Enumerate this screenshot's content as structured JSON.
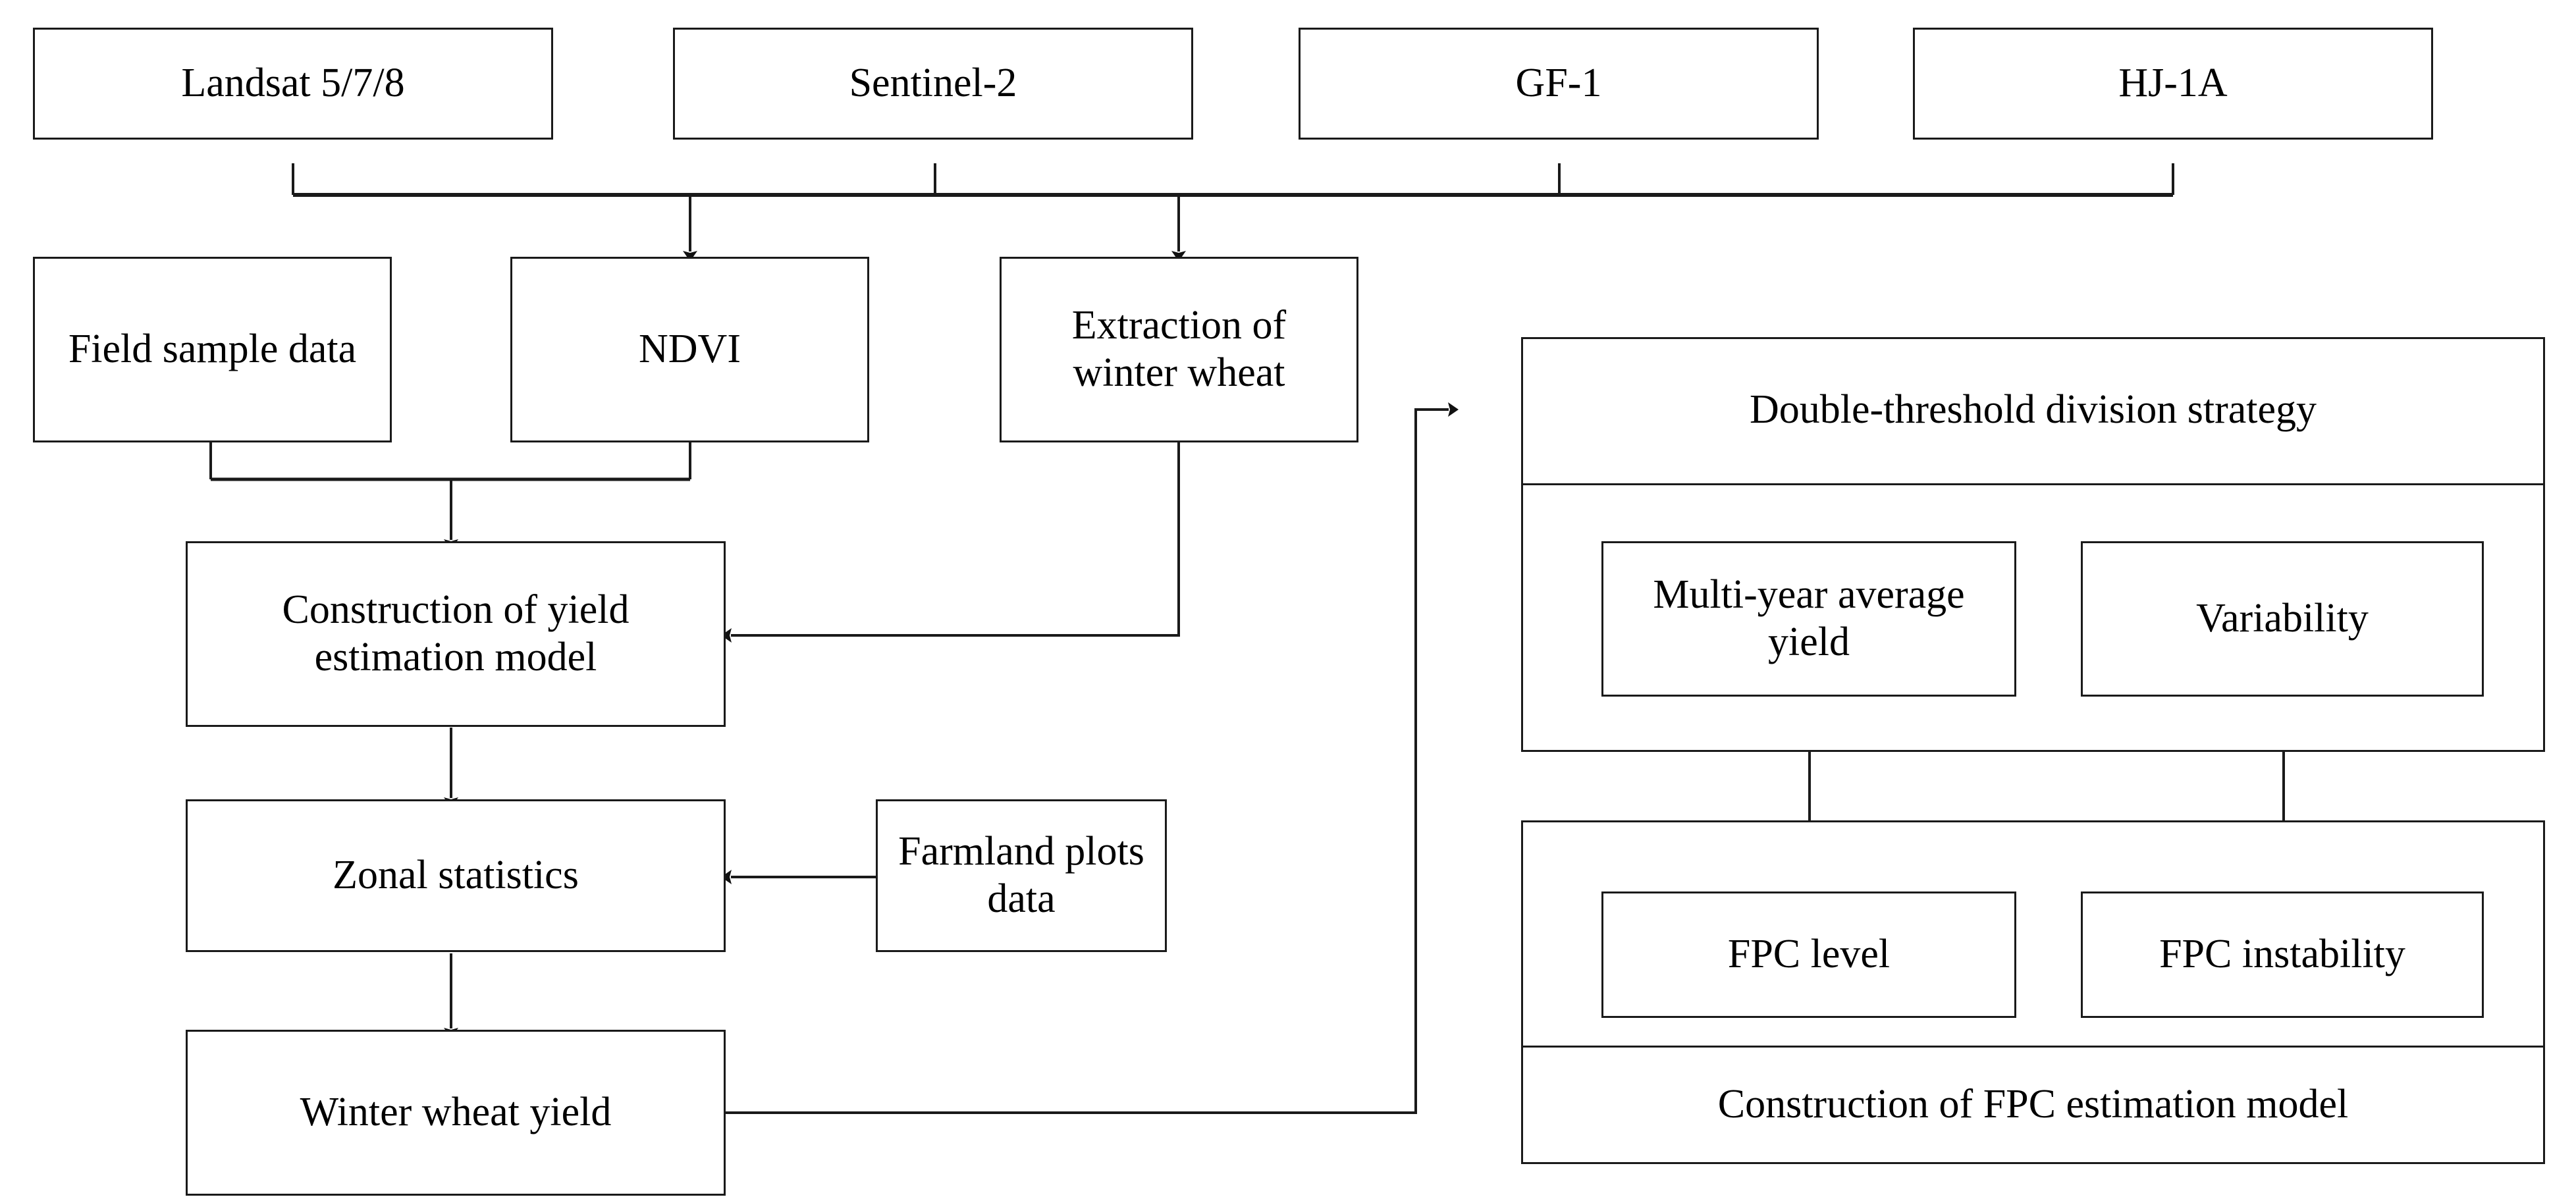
{
  "diagram": {
    "title": "Winter wheat yield and FPC estimation workflow",
    "type": "flowchart",
    "background_color": "#ffffff",
    "line_color": "#1a1a1a",
    "text_color": "#000000"
  },
  "nodes": {
    "landsat": "Landsat 5/7/8",
    "sentinel": "Sentinel-2",
    "gf1": "GF-1",
    "hj1a": "HJ-1A",
    "field_sample": "Field sample data",
    "ndvi": "NDVI",
    "extraction": "Extraction of winter wheat",
    "yield_model": "Construction of yield estimation model",
    "zonal": "Zonal statistics",
    "farmland": "Farmland plots data",
    "winter_yield": "Winter wheat yield",
    "double_threshold": "Double-threshold division strategy",
    "multiyear": "Multi-year average yield",
    "variability": "Variability",
    "fpc_level": "FPC level",
    "fpc_instability": "FPC instability",
    "fpc_model": "Construction of FPC estimation model"
  },
  "edges": [
    {
      "from": "landsat",
      "to": "bus"
    },
    {
      "from": "sentinel",
      "to": "bus"
    },
    {
      "from": "gf1",
      "to": "bus"
    },
    {
      "from": "hj1a",
      "to": "bus"
    },
    {
      "from": "bus",
      "to": "ndvi"
    },
    {
      "from": "bus",
      "to": "extraction"
    },
    {
      "from": "field_sample",
      "to": "yield_model"
    },
    {
      "from": "ndvi",
      "to": "yield_model"
    },
    {
      "from": "extraction",
      "to": "yield_model"
    },
    {
      "from": "yield_model",
      "to": "zonal"
    },
    {
      "from": "farmland",
      "to": "zonal"
    },
    {
      "from": "zonal",
      "to": "winter_yield"
    },
    {
      "from": "winter_yield",
      "to": "double_threshold"
    },
    {
      "from": "multiyear",
      "to": "fpc_level"
    },
    {
      "from": "variability",
      "to": "fpc_instability"
    }
  ]
}
